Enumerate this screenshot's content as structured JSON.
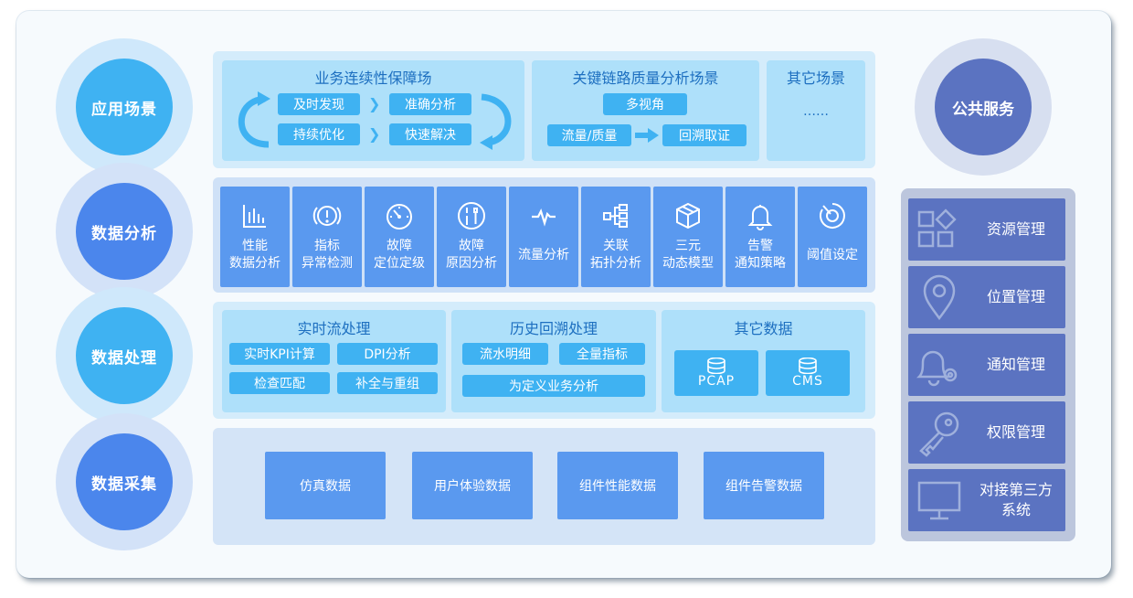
{
  "layers": {
    "app": "应用场景",
    "analysis": "数据分析",
    "processing": "数据处理",
    "collection": "数据采集",
    "public": "公共服务"
  },
  "app_scenes": {
    "continuity": {
      "title": "业务连续性保障场",
      "items": [
        "及时发现",
        "准确分析",
        "持续优化",
        "快速解决"
      ]
    },
    "link_quality": {
      "title": "关键链路质量分析场景",
      "multi_view": "多视角",
      "flow_quality": "流量/质量",
      "backtrace": "回溯取证"
    },
    "other": {
      "title": "其它场景",
      "ellipsis": "……"
    }
  },
  "analysis_tiles": [
    {
      "icon": "bar-chart-icon",
      "label": "性能\n数据分析"
    },
    {
      "icon": "alert-circle-icon",
      "label": "指标\n异常检测"
    },
    {
      "icon": "gauge-icon",
      "label": "故障\n定位定级"
    },
    {
      "icon": "tools-icon",
      "label": "故障\n原因分析"
    },
    {
      "icon": "pulse-icon",
      "label": "流量分析"
    },
    {
      "icon": "topology-icon",
      "label": "关联\n拓扑分析"
    },
    {
      "icon": "cube-icon",
      "label": "三元\n动态模型"
    },
    {
      "icon": "bell-icon",
      "label": "告警\n通知策略"
    },
    {
      "icon": "threshold-dial-icon",
      "label": "阈值设定"
    }
  ],
  "processing": {
    "realtime": {
      "title": "实时流处理",
      "items": [
        "实时KPI计算",
        "DPI分析",
        "检查匹配",
        "补全与重组"
      ]
    },
    "history": {
      "title": "历史回溯处理",
      "items": [
        "流水明细",
        "全量指标",
        "为定义业务分析"
      ]
    },
    "other": {
      "title": "其它数据",
      "items": [
        "PCAP",
        "CMS"
      ]
    }
  },
  "collection_items": [
    "仿真数据",
    "用户体验数据",
    "组件性能数据",
    "组件告警数据"
  ],
  "public_services": [
    {
      "icon": "shapes-icon",
      "label": "资源管理"
    },
    {
      "icon": "location-pin-icon",
      "label": "位置管理"
    },
    {
      "icon": "bell-gear-icon",
      "label": "通知管理"
    },
    {
      "icon": "key-icon",
      "label": "权限管理"
    },
    {
      "icon": "monitor-icon",
      "label": "对接第三方系统"
    }
  ],
  "colors": {
    "light_blue": "#3fb2f2",
    "mid_blue": "#5a99ef",
    "indigo": "#5b73c1",
    "title_blue": "#1d6fc0"
  }
}
